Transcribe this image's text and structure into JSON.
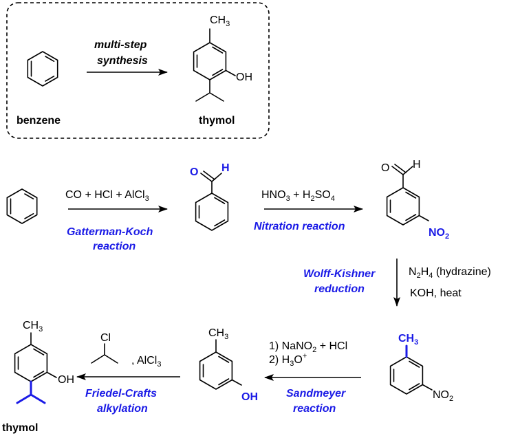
{
  "summary": {
    "start": "benzene",
    "product": "thymol",
    "arrow_top": "multi-step",
    "arrow_bottom": "synthesis",
    "product_ch3": "CH",
    "product_ch3_sub": "3",
    "product_oh": "OH"
  },
  "step1": {
    "reagents": "CO + HCl + AlCl",
    "reagents_sub": "3",
    "name_line1": "Gatterman-Koch",
    "name_line2": "reaction",
    "product_o": "O",
    "product_h": "H"
  },
  "step2": {
    "r_a": "HNO",
    "r_a_sub": "3",
    "r_b": " + H",
    "r_b_sub": "2",
    "r_c": "SO",
    "r_c_sub": "4",
    "name": "Nitration reaction",
    "product_o": "O",
    "product_h": "H",
    "product_no2": "NO",
    "product_no2_sub": "2"
  },
  "step3": {
    "name_line1": "Wolff-Kishner",
    "name_line2": "reduction",
    "reagent1_a": "N",
    "reagent1_sub1": "2",
    "reagent1_b": "H",
    "reagent1_sub2": "4",
    "reagent1_c": " (hydrazine)",
    "reagent2": "KOH, heat",
    "product_ch3": "CH",
    "product_ch3_sub": "3",
    "product_no2": "NO",
    "product_no2_sub": "2"
  },
  "step4": {
    "reagent1": "1) NaNO",
    "reagent1_sub": "2",
    "reagent1_end": " + HCl",
    "reagent2": "2) H",
    "reagent2_sub": "3",
    "reagent2_o": "O",
    "reagent2_sup": "+",
    "name_line1": "Sandmeyer",
    "name_line2": "reaction",
    "product_ch3": "CH",
    "product_ch3_sub": "3",
    "product_oh": "OH"
  },
  "step5": {
    "reagent_cl": "Cl",
    "reagent_alcl": ", AlCl",
    "reagent_alcl_sub": "3",
    "name_line1": "Friedel-Crafts",
    "name_line2": "alkylation",
    "product_ch3": "CH",
    "product_ch3_sub": "3",
    "product_oh": "OH",
    "product_label": "thymol"
  }
}
